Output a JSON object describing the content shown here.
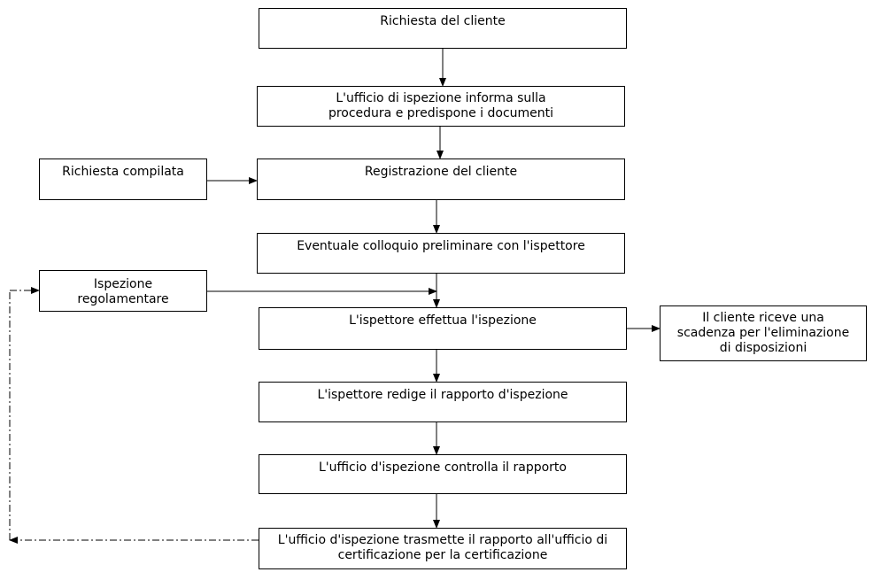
{
  "nodes": {
    "richiesta_cliente": "Richiesta del cliente",
    "ufficio_informa": "L'ufficio di ispezione informa sulla\nprocedura e predispone i documenti",
    "richiesta_compilata": "Richiesta compilata",
    "registrazione": "Registrazione del cliente",
    "colloquio": "Eventuale colloquio preliminare con l'ispettore",
    "ispezione_regolamentare": "Ispezione\nregolamentare",
    "effettua_ispezione": "L'ispettore effettua l'ispezione",
    "scadenza": "Il cliente riceve una\nscadenza per l'eliminazione\ndi disposizioni",
    "redige_rapporto": "L'ispettore redige il rapporto d'ispezione",
    "controlla_rapporto": "L'ufficio d'ispezione controlla il rapporto",
    "trasmette_rapporto": "L'ufficio d'ispezione trasmette il rapporto all'ufficio di\ncertificazione per la certificazione"
  }
}
